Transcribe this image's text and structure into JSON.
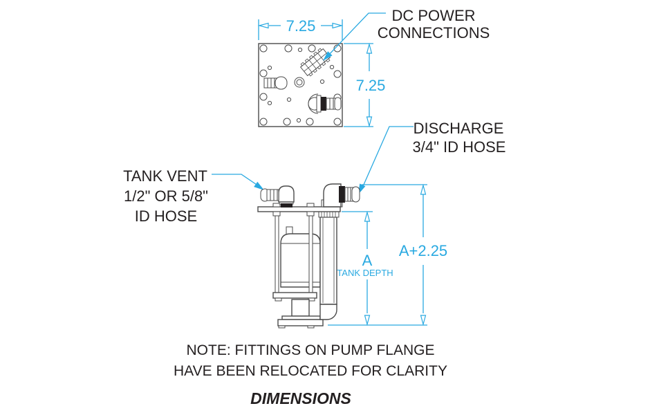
{
  "diagram": {
    "title": "DIMENSIONS",
    "note_line1": "NOTE: FITTINGS ON PUMP FLANGE",
    "note_line2": "HAVE BEEN RELOCATED FOR CLARITY"
  },
  "callouts": {
    "dc_power": {
      "line1": "DC POWER",
      "line2": "CONNECTIONS"
    },
    "discharge": {
      "line1": "DISCHARGE",
      "line2": "3/4\" ID HOSE"
    },
    "tank_vent": {
      "line1": "TANK VENT",
      "line2": "1/2\" OR 5/8\"",
      "line3": "ID HOSE"
    }
  },
  "dimensions": {
    "flange_width": "7.25",
    "flange_height": "7.25",
    "tank_depth_symbol": "A",
    "tank_depth_caption": "TANK DEPTH",
    "overall_length": "A+2.25"
  },
  "colors": {
    "dimension_accent": "#29A9E1",
    "label_text": "#231F20",
    "line_art": "#4A4A4A",
    "background": "#FFFFFF"
  }
}
